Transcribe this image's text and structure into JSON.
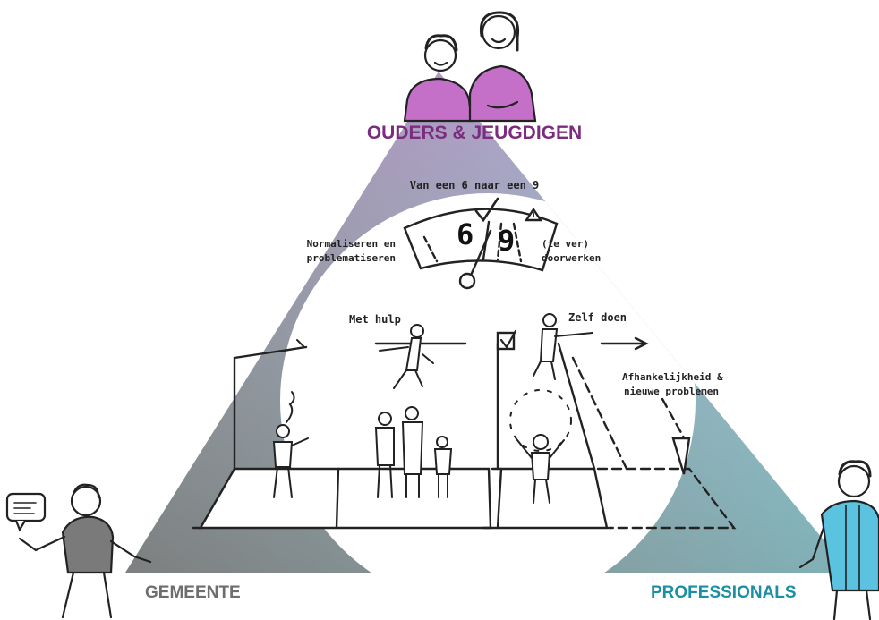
{
  "labels": {
    "top": "OUDERS & JEUGDIGEN",
    "left": "GEMEENTE",
    "right": "PROFESSIONALS"
  },
  "gauge": {
    "heading": "Van een 6 naar een 9",
    "left_value": "6",
    "right_value": "9",
    "left_label_line1": "Normaliseren en",
    "left_label_line2": "problematiseren",
    "right_label_line1": "(te ver)",
    "right_label_line2": "doorwerken"
  },
  "path": {
    "with_help": "Met hulp",
    "self": "Zelf doen",
    "dependency_line1": "Afhankelijkheid &",
    "dependency_line2": "nieuwe problemen"
  },
  "colors": {
    "purple": "#7b2c7f",
    "purple_light": "#c46fc8",
    "cyan": "#1b8fa3",
    "grey": "#6e6e6e"
  }
}
